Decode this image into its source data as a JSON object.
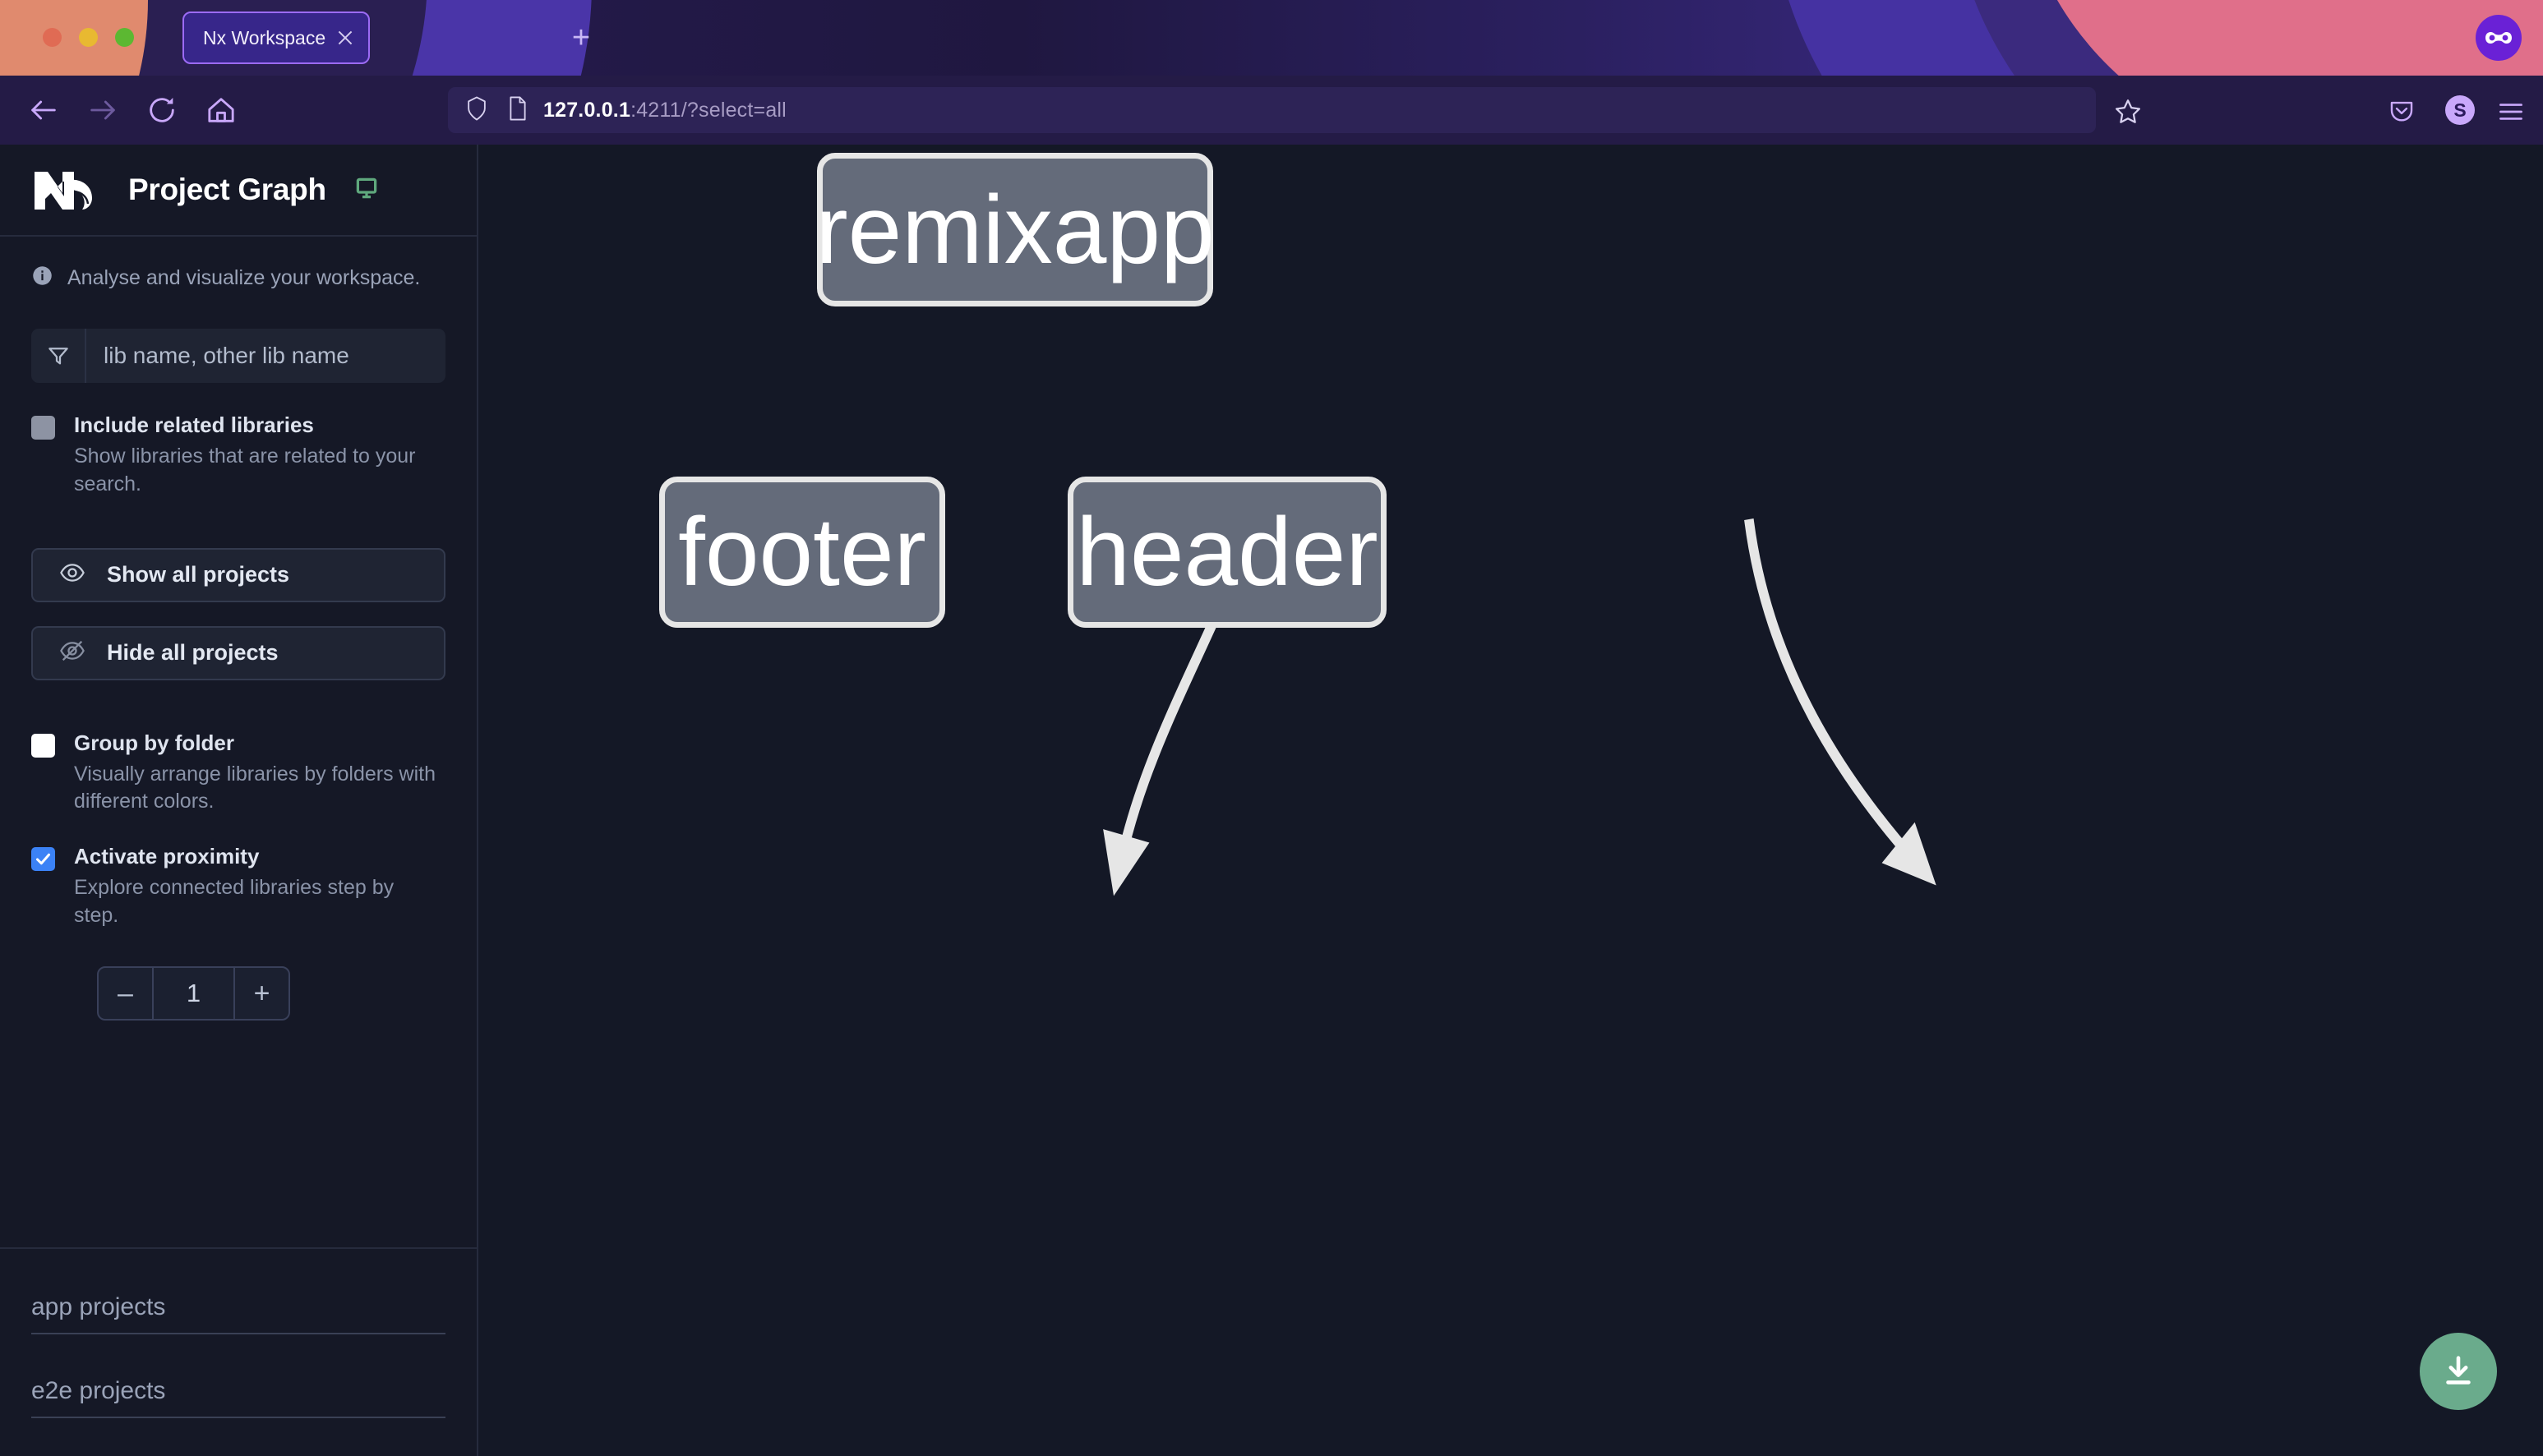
{
  "browser": {
    "tab": {
      "title": "Nx Workspace Project Graph",
      "close_icon": "close-icon"
    },
    "new_tab_label": "+",
    "nav": {
      "back_icon": "arrow-left-icon",
      "forward_icon": "arrow-right-icon",
      "reload_icon": "reload-icon",
      "home_icon": "home-icon"
    },
    "url": {
      "shield_icon": "shield-icon",
      "page_icon": "page-icon",
      "host": "127.0.0.1",
      "rest": ":4211/?select=all",
      "full": "127.0.0.1:4211/?select=all"
    },
    "toolbar_right": {
      "bookmark_icon": "star-icon",
      "pocket_icon": "pocket-icon",
      "avatar_initial": "S",
      "menu_icon": "hamburger-menu-icon",
      "private_badge_icon": "private-mask-icon"
    },
    "traffic_lights": {
      "close_color": "#e06b54",
      "minimize_color": "#e8b931",
      "maximize_color": "#5cb832"
    }
  },
  "app": {
    "brand": {
      "logo_icon": "nx-logo-icon",
      "title": "Project Graph",
      "env_icon": "monitor-icon",
      "env_color": "#5fa87d"
    },
    "tagline": {
      "icon": "info-icon",
      "text": "Analyse and visualize your workspace."
    },
    "search": {
      "icon": "filter-icon",
      "placeholder": "lib name, other lib name",
      "value": ""
    },
    "options": [
      {
        "id": "include-related-libraries",
        "title": "Include related libraries",
        "description": "Show libraries that are related to your search.",
        "state": "disabled"
      },
      {
        "id": "group-by-folder",
        "title": "Group by folder",
        "description": "Visually arrange libraries by folders with different colors.",
        "state": "unchecked"
      },
      {
        "id": "activate-proximity",
        "title": "Activate proximity",
        "description": "Explore connected libraries step by step.",
        "state": "checked"
      }
    ],
    "buttons": {
      "show_all": {
        "label": "Show all projects",
        "icon": "eye-icon"
      },
      "hide_all": {
        "label": "Hide all projects",
        "icon": "eye-off-icon"
      }
    },
    "stepper": {
      "minus": "–",
      "value": "1",
      "plus": "+"
    },
    "sections": [
      {
        "label": "app projects"
      },
      {
        "label": "e2e projects"
      }
    ],
    "download_button": {
      "icon": "download-icon",
      "color": "#6aab8c"
    }
  },
  "graph": {
    "nodes": [
      {
        "id": "remixapp",
        "label": "remixapp"
      },
      {
        "id": "footer",
        "label": "footer"
      },
      {
        "id": "header",
        "label": "header"
      }
    ],
    "edges": [
      {
        "from": "remixapp",
        "to": "footer"
      },
      {
        "from": "remixapp",
        "to": "header"
      }
    ],
    "node_fill": "#646b7a",
    "node_stroke": "#e6e6e6",
    "edge_color": "#e6e6e6"
  }
}
